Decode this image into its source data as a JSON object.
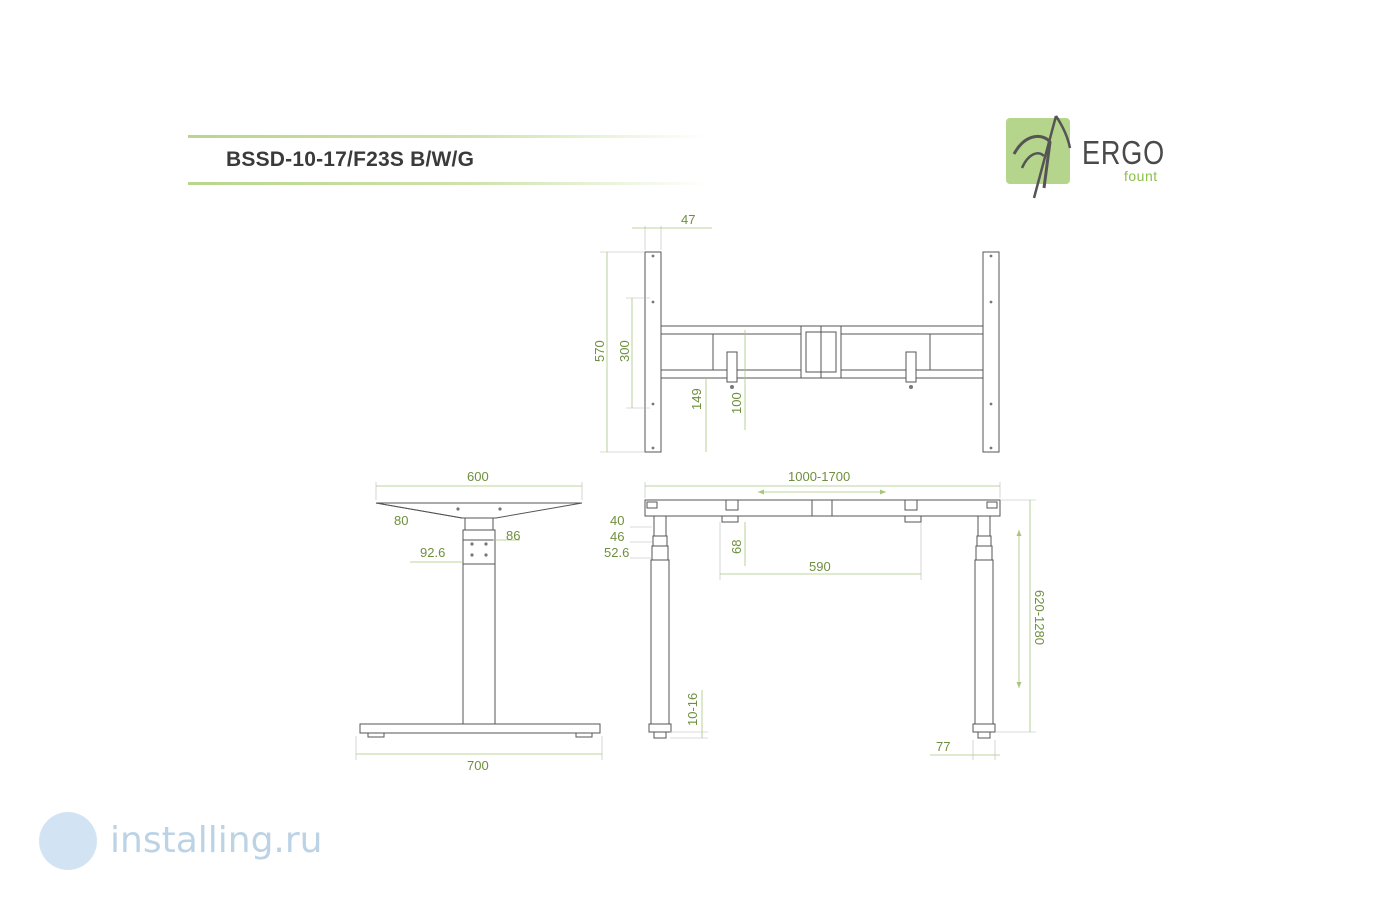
{
  "header": {
    "model": "BSSD-10-17/F23S B/W/G"
  },
  "logo": {
    "brand": "ERGO",
    "sub": "fount"
  },
  "dimensions": {
    "top_view": {
      "plate_width": "47",
      "plate_length": "570",
      "hole_spacing": "300",
      "bracket_offset": "149",
      "bracket_height": "100"
    },
    "side_view": {
      "top_width": "600",
      "top_height": "80",
      "column_1": "86",
      "column_2": "92.6",
      "foot_length": "700"
    },
    "front_view": {
      "frame_width": "1000-1700",
      "section_1": "40",
      "section_2": "46",
      "section_3": "52.6",
      "bracket_depth": "68",
      "bracket_span": "590",
      "height_range": "620-1280",
      "leveler": "10-16",
      "foot_width": "77"
    }
  },
  "watermark": {
    "text": "installing.ru"
  },
  "colors": {
    "accent": "#b6d58c",
    "dimension_text": "#6e8f3f",
    "drawing_line": "#555555"
  }
}
